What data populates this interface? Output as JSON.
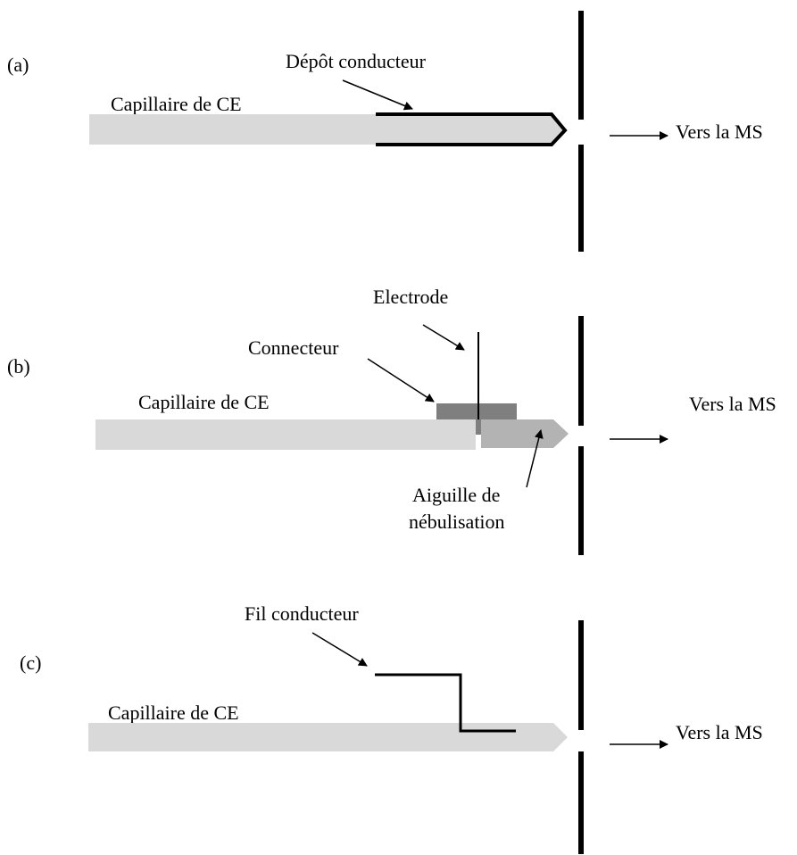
{
  "colors": {
    "capillary": "#d9d9d9",
    "connector": "#7f7f7f",
    "needle": "#b3b3b3",
    "ink": "#000000"
  },
  "panels": [
    {
      "id": "a",
      "label": "(a)",
      "capillary_label": "Capillaire de CE",
      "part_label": "Dépôt conducteur",
      "output_label": "Vers la MS"
    },
    {
      "id": "b",
      "label": "(b)",
      "capillary_label": "Capillaire de CE",
      "electrode_label": "Electrode",
      "connector_label": "Connecteur",
      "needle_label_line1": "Aiguille de",
      "needle_label_line2": "nébulisation",
      "output_label": "Vers la MS"
    },
    {
      "id": "c",
      "label": "(c)",
      "capillary_label": "Capillaire de CE",
      "wire_label": "Fil conducteur",
      "output_label": "Vers la MS"
    }
  ]
}
